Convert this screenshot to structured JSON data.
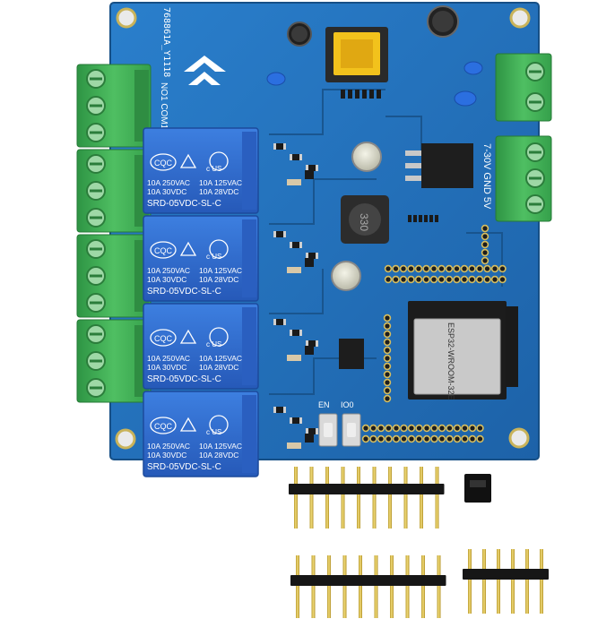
{
  "board": {
    "pcb_color": "#1f6fb8",
    "pcb_dark": "#14558f",
    "silk_id": "768861A_Y1118",
    "label_top_left": "NO1 COM1",
    "label_power": "7-30V GND 5V",
    "buttons": [
      {
        "label": "EN"
      },
      {
        "label": "IO0"
      }
    ],
    "chip_label": "ESP32-WROOM-32E",
    "inductor_label": "330"
  },
  "relays": [
    {
      "brand": "CQC",
      "ratings_left": [
        "10A 250VAC",
        "10A 30VDC"
      ],
      "ratings_right": [
        "10A 125VAC",
        "10A 28VDC"
      ],
      "model": "SRD-05VDC-SL-C",
      "us_mark": "c US"
    },
    {
      "brand": "CQC",
      "ratings_left": [
        "10A 250VAC",
        "10A 30VDC"
      ],
      "ratings_right": [
        "10A 125VAC",
        "10A 28VDC"
      ],
      "model": "SRD-05VDC-SL-C",
      "us_mark": "c US"
    },
    {
      "brand": "CQC",
      "ratings_left": [
        "10A 250VAC",
        "10A 30VDC"
      ],
      "ratings_right": [
        "10A 125VAC",
        "10A 28VDC"
      ],
      "model": "SRD-05VDC-SL-C",
      "us_mark": "c US"
    },
    {
      "brand": "CQC",
      "ratings_left": [
        "10A 250VAC",
        "10A 30VDC"
      ],
      "ratings_right": [
        "10A 125VAC",
        "10A 28VDC"
      ],
      "model": "SRD-05VDC-SL-C",
      "us_mark": "c US"
    }
  ],
  "colors": {
    "relay_blue": "#2f6fd6",
    "terminal_green": "#3faa55",
    "gold": "#d8b640",
    "header_black": "#1a1a1a",
    "background": "#ffffff"
  }
}
